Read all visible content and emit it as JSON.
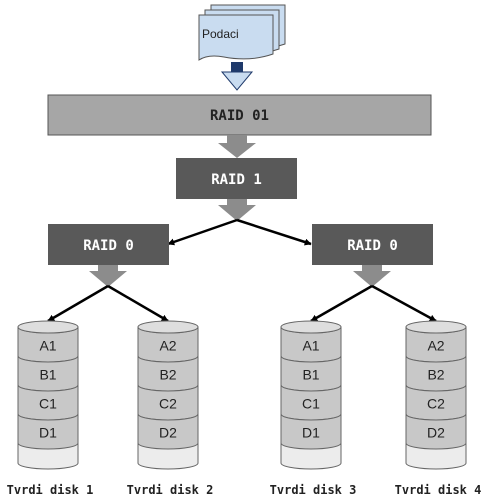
{
  "source": {
    "label": "Podaci"
  },
  "levels": {
    "top": {
      "label": "RAID 01"
    },
    "mirror": {
      "label": "RAID 1"
    },
    "stripes": [
      {
        "label": "RAID 0"
      },
      {
        "label": "RAID 0"
      }
    ]
  },
  "disks": [
    {
      "label": "Tvrdi disk 1",
      "blocks": [
        "A1",
        "B1",
        "C1",
        "D1"
      ]
    },
    {
      "label": "Tvrdi disk 2",
      "blocks": [
        "A2",
        "B2",
        "C2",
        "D2"
      ]
    },
    {
      "label": "Tvrdi disk 3",
      "blocks": [
        "A1",
        "B1",
        "C1",
        "D1"
      ]
    },
    {
      "label": "Tvrdi disk 4",
      "blocks": [
        "A2",
        "B2",
        "C2",
        "D2"
      ]
    }
  ],
  "colors": {
    "document_fill": "#c9dcf0",
    "raid01_fill": "#a6a6a6",
    "raid_dark_fill": "#595959",
    "arrow_grey": "#8c8c8c",
    "disk_band": "#c8c8c8",
    "disk_body": "#ececec",
    "label_white": "#ffffff",
    "text_dark": "#222222"
  }
}
